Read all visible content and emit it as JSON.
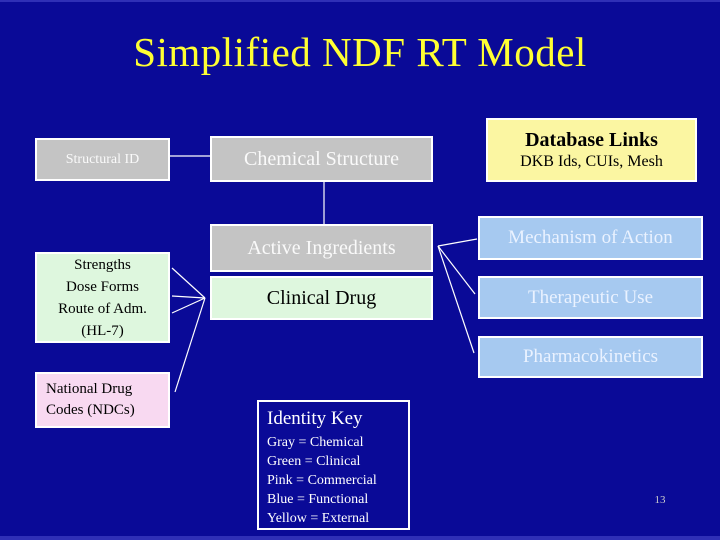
{
  "slide": {
    "title": "Simplified NDF RT Model",
    "page_number": "13"
  },
  "colors": {
    "background": "#0a0a97",
    "title_yellow": "#ffff33",
    "chemical_gray": "#c4c4c4",
    "clinical_green": "#def7de",
    "commercial_pink": "#f8d9f1",
    "functional_blue": "#a6c9f0",
    "external_yellow": "#fbf6a2",
    "connector_white": "#ffffff"
  },
  "boxes": {
    "structural_id": {
      "label": "Structural ID"
    },
    "chemical_structure": {
      "label": "Chemical Structure"
    },
    "database_links": {
      "title": "Database Links",
      "subtitle": "DKB Ids, CUIs, Mesh"
    },
    "active_ingredients": {
      "label": "Active Ingredients"
    },
    "mechanism_of_action": {
      "label": "Mechanism of Action"
    },
    "strengths": {
      "lines": [
        "Strengths",
        "Dose Forms",
        "Route of Adm.",
        "(HL-7)"
      ]
    },
    "clinical_drug": {
      "label": "Clinical Drug"
    },
    "therapeutic_use": {
      "label": "Therapeutic Use"
    },
    "pharmacokinetics": {
      "label": "Pharmacokinetics"
    },
    "national_drug_codes": {
      "lines": [
        "National Drug",
        "Codes (NDCs)"
      ]
    },
    "identity_key": {
      "title": "Identity Key",
      "entries": [
        "Gray = Chemical",
        "Green = Clinical",
        "Pink = Commercial",
        "Blue = Functional",
        "Yellow = External"
      ]
    }
  }
}
